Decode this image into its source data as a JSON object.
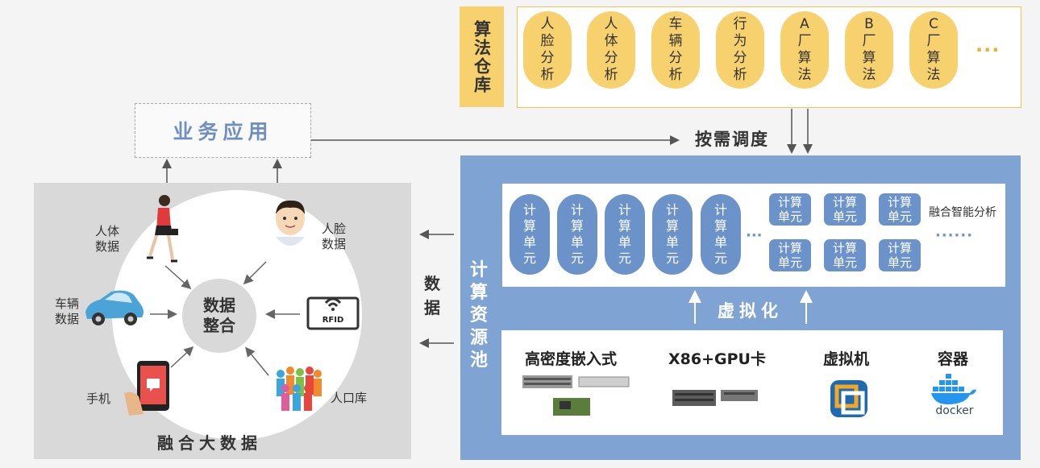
{
  "algorithm_warehouse": {
    "label": "算法仓库",
    "items": [
      "人\n脸\n分\n析",
      "人\n体\n分\n析",
      "车\n辆\n分\n析",
      "行\n为\n分\n析",
      "A\n厂\n算\n法",
      "B\n厂\n算\n法",
      "C\n厂\n算\n法"
    ],
    "more": "···"
  },
  "business_app": {
    "label": "业务应用"
  },
  "schedule": {
    "label": "按需调度"
  },
  "big_data": {
    "core": "数据\n整合",
    "title": "融合大数据",
    "sources": {
      "body": "人体\n数据",
      "face": "人脸\n数据",
      "vehicle": "车辆\n数据",
      "rfid": "RFID",
      "phone": "手机",
      "population": "人口库"
    }
  },
  "data_flow": {
    "label": "数\n据"
  },
  "compute_pool": {
    "label": "计\n算\n资\n源\n池",
    "unit_oval": "计\n算\n单\n元",
    "unit_rect": "计算\n单元",
    "dots": "···",
    "fusion_label": "融合智能分析",
    "fusion_dots": "······",
    "virtualization": "虚拟化",
    "hardware": {
      "embedded": "高密度嵌入式",
      "gpu": "X86+GPU卡",
      "vm": "虚拟机",
      "container": "容器",
      "docker_text": "docker"
    }
  },
  "colors": {
    "gold": "#f7d16d",
    "blue": "#7fa3d3",
    "unit_blue": "#6c93c9",
    "grey": "#d9d9d9"
  }
}
